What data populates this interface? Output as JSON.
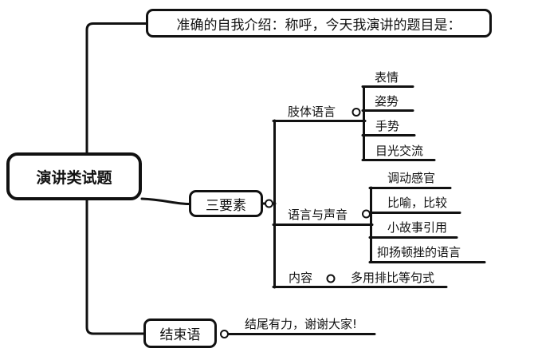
{
  "colors": {
    "background": "#ffffff",
    "stroke": "#111111",
    "node_fill": "#ffffff"
  },
  "mindmap": {
    "type": "mindmap",
    "root": {
      "label": "演讲类试题"
    },
    "branches": {
      "intro": {
        "label": "准确的自我介绍：称呼，今天我演讲的题目是："
      },
      "three_elements": {
        "label": "三要素",
        "children": {
          "body_language": {
            "label": "肢体语言",
            "children": [
              {
                "label": "表情"
              },
              {
                "label": "姿势"
              },
              {
                "label": "手势"
              },
              {
                "label": "目光交流"
              }
            ]
          },
          "voice": {
            "label": "语言与声音",
            "children": [
              {
                "label": "调动感官"
              },
              {
                "label": "比喻，比较"
              },
              {
                "label": "小故事引用"
              },
              {
                "label": "抑扬顿挫的语言"
              }
            ]
          },
          "content": {
            "label": "内容",
            "children": [
              {
                "label": "多用排比等句式"
              }
            ]
          }
        }
      },
      "closing": {
        "label": "结束语",
        "children": [
          {
            "label": "结尾有力，谢谢大家!"
          }
        ]
      }
    }
  }
}
